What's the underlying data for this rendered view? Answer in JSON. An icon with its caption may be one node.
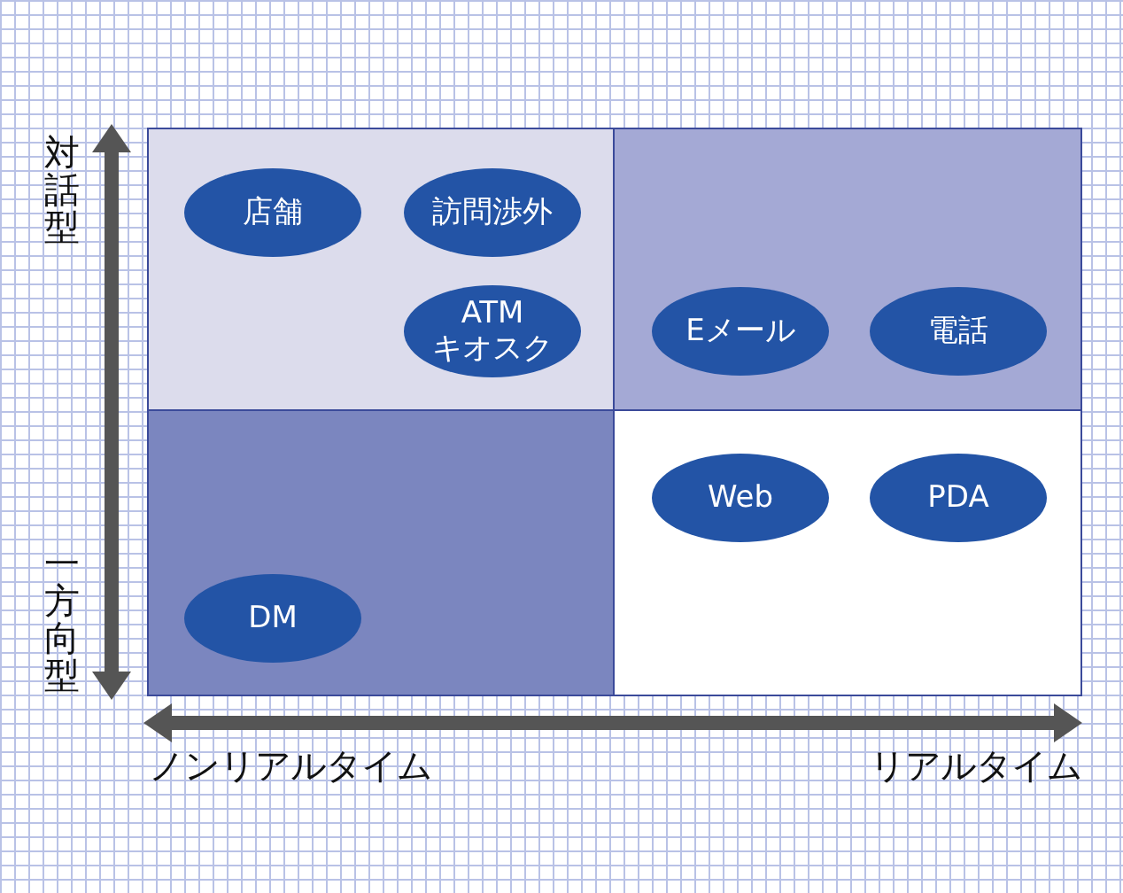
{
  "diagram": {
    "nodes": [
      {
        "text": [],
        "shape": "box"
      },
      {
        "text": [
          "店舗"
        ],
        "in": 0
      },
      {
        "text": [
          "訪問渉外"
        ],
        "in": 0
      },
      {
        "text": [
          "ATM キオスク"
        ],
        "in": 0
      },
      {
        "text": [],
        "shape": "box"
      },
      {
        "text": [
          "Eメール"
        ],
        "in": 4
      },
      {
        "text": [
          "電話"
        ],
        "in": 4
      },
      {
        "text": [],
        "shape": "box"
      },
      {
        "text": [
          "DM"
        ],
        "in": 7
      },
      {
        "text": [],
        "shape": "box"
      },
      {
        "text": [
          "Web"
        ],
        "in": 9
      },
      {
        "text": [
          "PDA"
        ],
        "in": 9
      }
    ],
    "edges": [],
    "labels": [
      "対話型",
      "一方向型",
      "ノンリアルタイム",
      "リアルタイム"
    ]
  }
}
